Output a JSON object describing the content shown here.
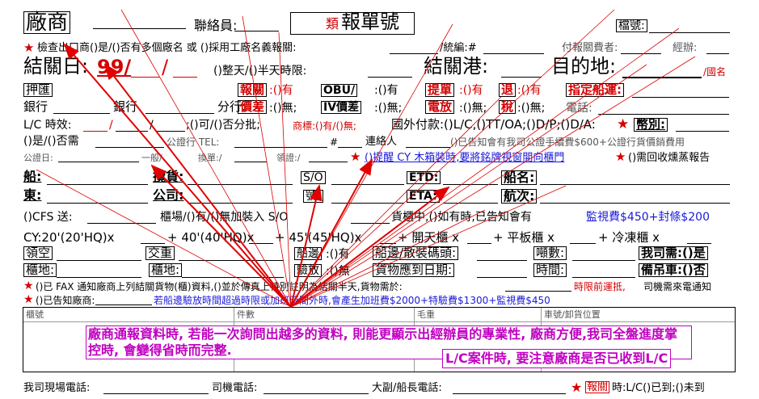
{
  "row1": {
    "manufacturer": "廠商",
    "contact": "聯絡員:",
    "type_label": "類",
    "report_no": "報單號",
    "file_no": "檔號:"
  },
  "row2": {
    "star": "★",
    "text": "檢查出口商()是/()否有多個廠名 或 ()採用工廠名義報關:",
    "tax_id": "/統編:#",
    "payer": "付報關費者:",
    "handler": "經辦:"
  },
  "row3": {
    "cutoff_label": "結關日:",
    "cutoff_value": "99/",
    "slash": "/",
    "period": "()整天/()半天時限:",
    "port_label": "結關港:",
    "dest_label": "目的地:",
    "country": "/國名"
  },
  "row4": {
    "deposit": "押匯",
    "bank": "銀行",
    "bank2": "銀行",
    "branch": "分行:",
    "customs": "報關",
    "yes": ":()有",
    "obu": "OBU/",
    "obu_yes": ":()有",
    "bl": "提單",
    "bl_yes": ":()有",
    "ret": "退",
    "ret_yes": ":()有",
    "ship_select": "指定船運:",
    "diff": "價差",
    "no": ":()無;",
    "iv_diff": "IV價差",
    "iv_no": ":()無;",
    "release": "電放",
    "release_no": ":()無;",
    "tax": "稅",
    "tax_no": ":()無;",
    "tel": "電話:"
  },
  "row5": {
    "lc": "L/C 時效:",
    "slashes": "/",
    "partial": ";()可/()否分批;",
    "trade": "商標:()有/()無;",
    "payment": "國外付款:()L/C,()TT/OA;()D/P;()D/A:",
    "star": "★",
    "currency": "幣別:"
  },
  "row6": {
    "text": "()是/()否需",
    "cert": "公證行 TEL:",
    "hash": "#",
    "contact": "連絡人",
    "notice": "()已告知會有我司公證手續費$600+公證行貨價銷費用"
  },
  "row7": {
    "text": "公證日:",
    "slashes": "/ /",
    "other": "一般/",
    "change": "換單:/",
    "receive": "領證:/",
    "star": "★",
    "reminder": "()提醒 CY 木箱裝時,要將銘牌視窗開向櫃門",
    "star2": "★",
    "recycle": "()需回收燻蒸報告"
  },
  "row8": {
    "ship": "船:",
    "cargo": "攬貨:",
    "so": "S/O",
    "etd": "ETD:",
    "ship_name": "船名:",
    "east": "東:",
    "company": "公司:",
    "so_no": "號:",
    "eta": "ETA:",
    "voyage": "航次:"
  },
  "row9": {
    "text": "()CFS 送:",
    "yard": "櫃場/()有/()無加裝入 S/O",
    "cargo_in": "貨櫃中,()如有時,已告知會有",
    "fee": "監視費$450+封條$200"
  },
  "row10": {
    "cy": "CY:20'(20'HQ)x",
    "f40": "+ 40'(40'HQ)x",
    "f45": "+ 45'(45'HQ)x",
    "open": "+ 開天櫃 x",
    "flat": "+ 平板櫃 x",
    "reefer": "+ 冷凍櫃 x"
  },
  "row11": {
    "pickup": "領空",
    "dispatch": "交重",
    "ship_side": "船邊",
    "bulk": "船邊/散裝碼頭:",
    "tonnage": "噸數:",
    "our": "我司需:()是",
    "yard_loc": "櫃地:",
    "yard_loc2": "櫃地:",
    "release": "驗放",
    "no": ":()無",
    "arrive": "貨物應到日期:",
    "time": "時間:",
    "crane": "備吊車:()否",
    "yes": ":()有"
  },
  "row12": {
    "star": "★",
    "text": "()已 FAX 通知廠商上列結關貨物(櫃)資料,()並於傳真上特別註明為結關半天,貨物需於:",
    "deadline": "時限前運抵,",
    "suffix": "司機需來電通知"
  },
  "row13": {
    "star": "★",
    "text": "()已告知廠商:",
    "ship": "若船邊驗放時間超過時限或加班時間外時,會產生加班費$2000+特驗費$1300+監視費$450"
  },
  "table": {
    "col1": "櫃號",
    "col2": "件數",
    "col3": "毛重",
    "col4": "車號/卸貨位置"
  },
  "note1": "廠商通報資料時, 若能一次詢問出越多的資料, 則能更顯示出經辦員的專業性, 廠商方便,我司全盤進度掌控時, 會變得省時而完整.",
  "note2": "L/C案件時, 要注意廠商是否已收到L/C",
  "footer": {
    "site_tel": "我司現場電話:",
    "driver_tel": "司機電話:",
    "captain_tel": "大副/船長電話:",
    "star": "★",
    "customs": "報關",
    "time": "時:L/C()已到;()未到"
  }
}
